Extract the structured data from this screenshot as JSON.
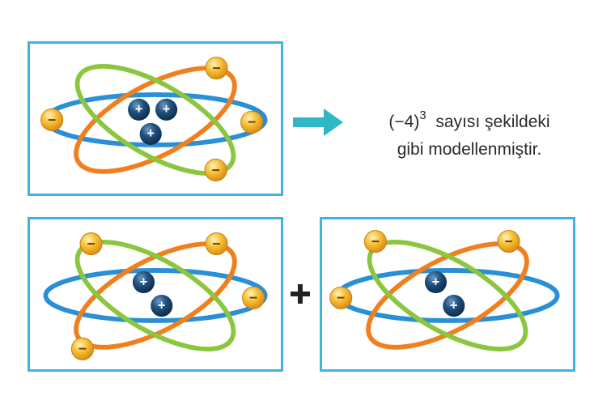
{
  "caption": {
    "base": "(−4)",
    "exponent": "3",
    "line1_rest": "sayısı şekildeki",
    "line2": "gibi modellenmiştir."
  },
  "operator": "+",
  "symbols": {
    "positive": "+",
    "negative": "−"
  },
  "colors": {
    "panel_border": "#3fb4e3",
    "orbit_blue": "#2a8fd6",
    "orbit_orange": "#f07f1e",
    "orbit_green": "#8cc63e",
    "proton": "#1d4e7c",
    "electron": "#f5b62a",
    "arrow": "#2fb8c4"
  },
  "models": [
    {
      "name": "model-top",
      "protons": 3,
      "electrons": 4
    },
    {
      "name": "model-bottom-left",
      "protons": 2,
      "electrons": 4
    },
    {
      "name": "model-bottom-right",
      "protons": 2,
      "electrons": 3
    }
  ]
}
